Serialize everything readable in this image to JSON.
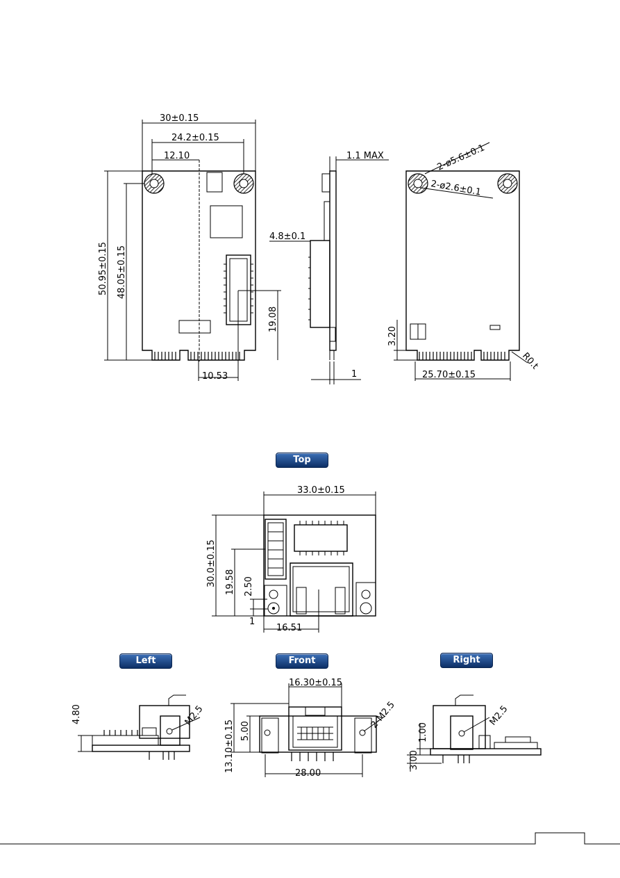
{
  "buttons": {
    "top": "Top",
    "left": "Left",
    "front": "Front",
    "right": "Right"
  },
  "dims": {
    "width_30": "30±0.15",
    "width_24_2": "24.2±0.15",
    "d_12_10": "12.10",
    "h_50_95": "50.95±0.15",
    "h_48_05": "48.05±0.15",
    "d_19_08": "19.08",
    "d_10_53": "10.53",
    "max_1_1": "1.1 MAX",
    "d_4_8": "4.8±0.1",
    "d_1": "1",
    "hole_5_6": "2-ø5.6±0.1",
    "hole_2_6": "2-ø2.6±0.1",
    "d_3_20": "3.20",
    "d_25_70": "25.70±0.15",
    "radius": "R0.t",
    "w_33": "33.0±0.15",
    "h_30": "30.0±0.15",
    "d_19_58": "19.58",
    "d_2_50": "2.50",
    "d_1_b": "1",
    "d_16_51": "16.51",
    "d_4_80": "4.80",
    "m2_5_left": "M2.5",
    "w_16_30": "16.30±0.15",
    "h_13_10": "13.10±0.15",
    "d_5_00": "5.00",
    "m2_5_front": "2-M2.5",
    "w_28_00": "28.00",
    "d_1_00": "1.00",
    "d_3_00": "3.00",
    "m2_5_right": "M2.5"
  }
}
